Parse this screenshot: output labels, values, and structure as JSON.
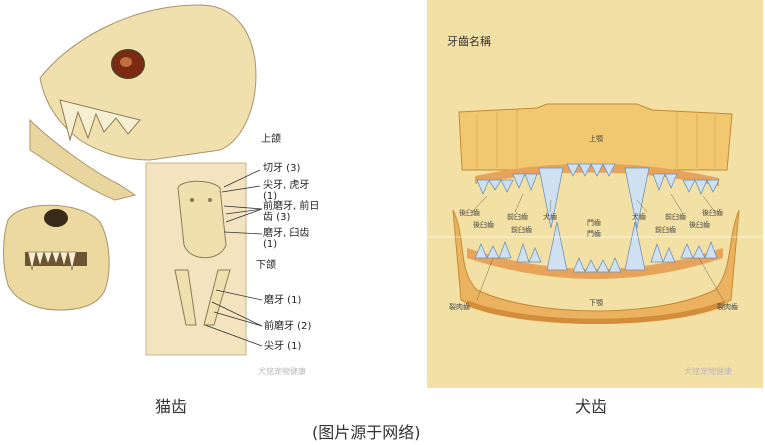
{
  "cat": {
    "labels": {
      "upper_jaw": "上颌",
      "incisor": "切牙 (3)",
      "canine": "尖牙, 虎牙",
      "canine_count": "(1)",
      "premolar": "前磨牙, 前日",
      "premolar_count": "齿 (3)",
      "molar": "磨牙, 臼齿",
      "molar_count": "(1)",
      "lower_jaw": "下颌",
      "lower_molar": "磨牙 (1)",
      "lower_premolar": "前磨牙 (2)",
      "lower_canine": "尖牙 (1)"
    },
    "watermark": "犬铭宠物健康",
    "caption": "猫齿"
  },
  "dog": {
    "title": "牙齒名稱",
    "labels": {
      "upper": "上顎",
      "lower": "下顎",
      "upper_back_left": "後臼齒",
      "upper_premolar_left": "前臼齒",
      "canine_left": "犬齒",
      "incisor_upper": "門齒",
      "canine_right": "犬齒",
      "upper_premolar_right": "前臼齒",
      "upper_back_right": "後臼齒",
      "lower_back_left": "後臼齒",
      "lower_premolar_left": "前臼齒",
      "incisor_lower": "門齒",
      "lower_premolar_right": "前臼齒",
      "lower_back_right": "後臼齒",
      "carnassial_left": "裂肉齒",
      "carnassial_right": "裂肉齒"
    },
    "watermark": "犬铭宠物健康",
    "caption": "犬齿"
  },
  "source_caption": "(图片源于网络)",
  "colors": {
    "bone": "#efe0ae",
    "bone_shadow": "#c9b27a",
    "dog_bg": "#f3e0a5",
    "gum": "#e7a35a",
    "tooth_blue": "#8fb3d6"
  }
}
